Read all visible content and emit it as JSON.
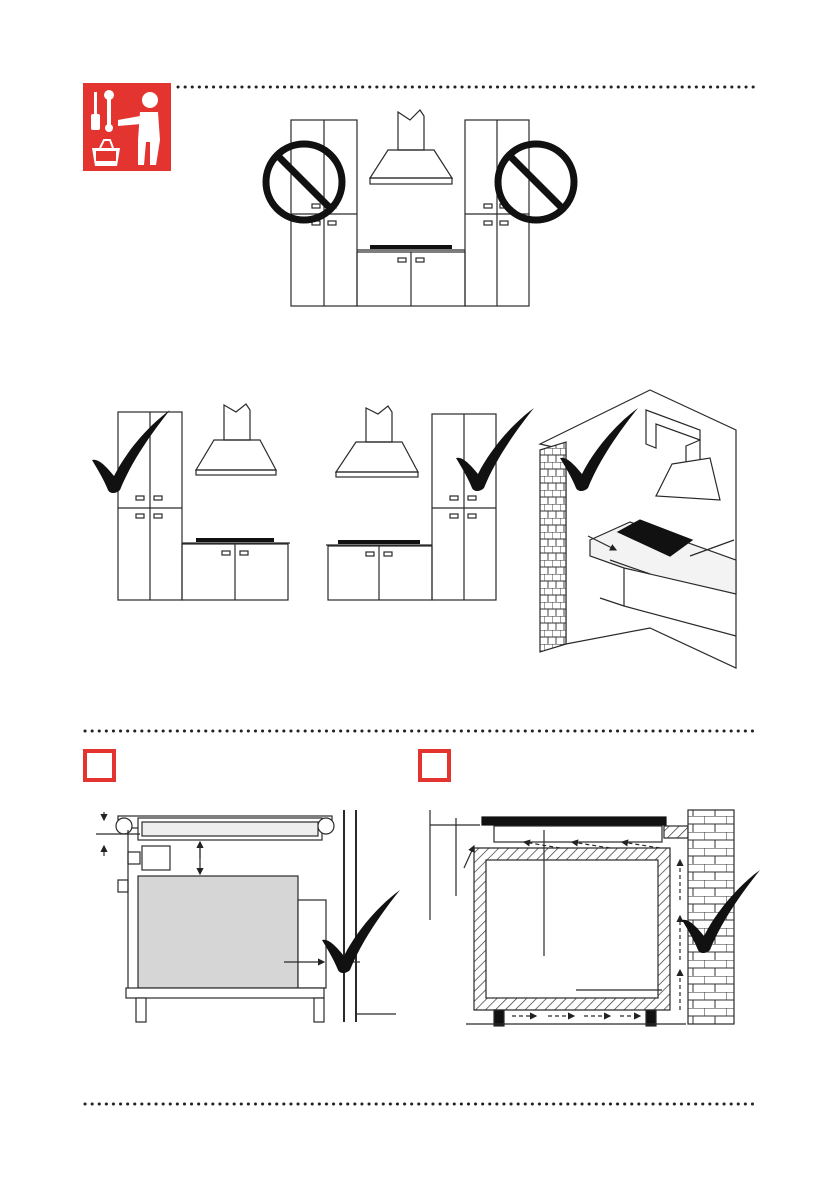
{
  "page": {
    "background": "#ffffff",
    "accent": "#e3342f",
    "line_color": "#2a2a2a",
    "fill_gray": "#d6d6d6"
  },
  "icons": {
    "installer": "installer-tools-icon",
    "prohibited": "prohibited-icon",
    "checkmark": "checkmark-icon",
    "section_box": "red-square-icon"
  },
  "sections": [
    {
      "name": "cabinet-placement",
      "figures": [
        "prohibited-between-tall-cabinets",
        "allowed-tall-cabinet-left",
        "allowed-tall-cabinet-right",
        "allowed-wall-corner"
      ]
    },
    {
      "name": "ventilation-clearances",
      "figures": [
        "side-clearance-drawing",
        "airflow-drawing"
      ]
    }
  ]
}
